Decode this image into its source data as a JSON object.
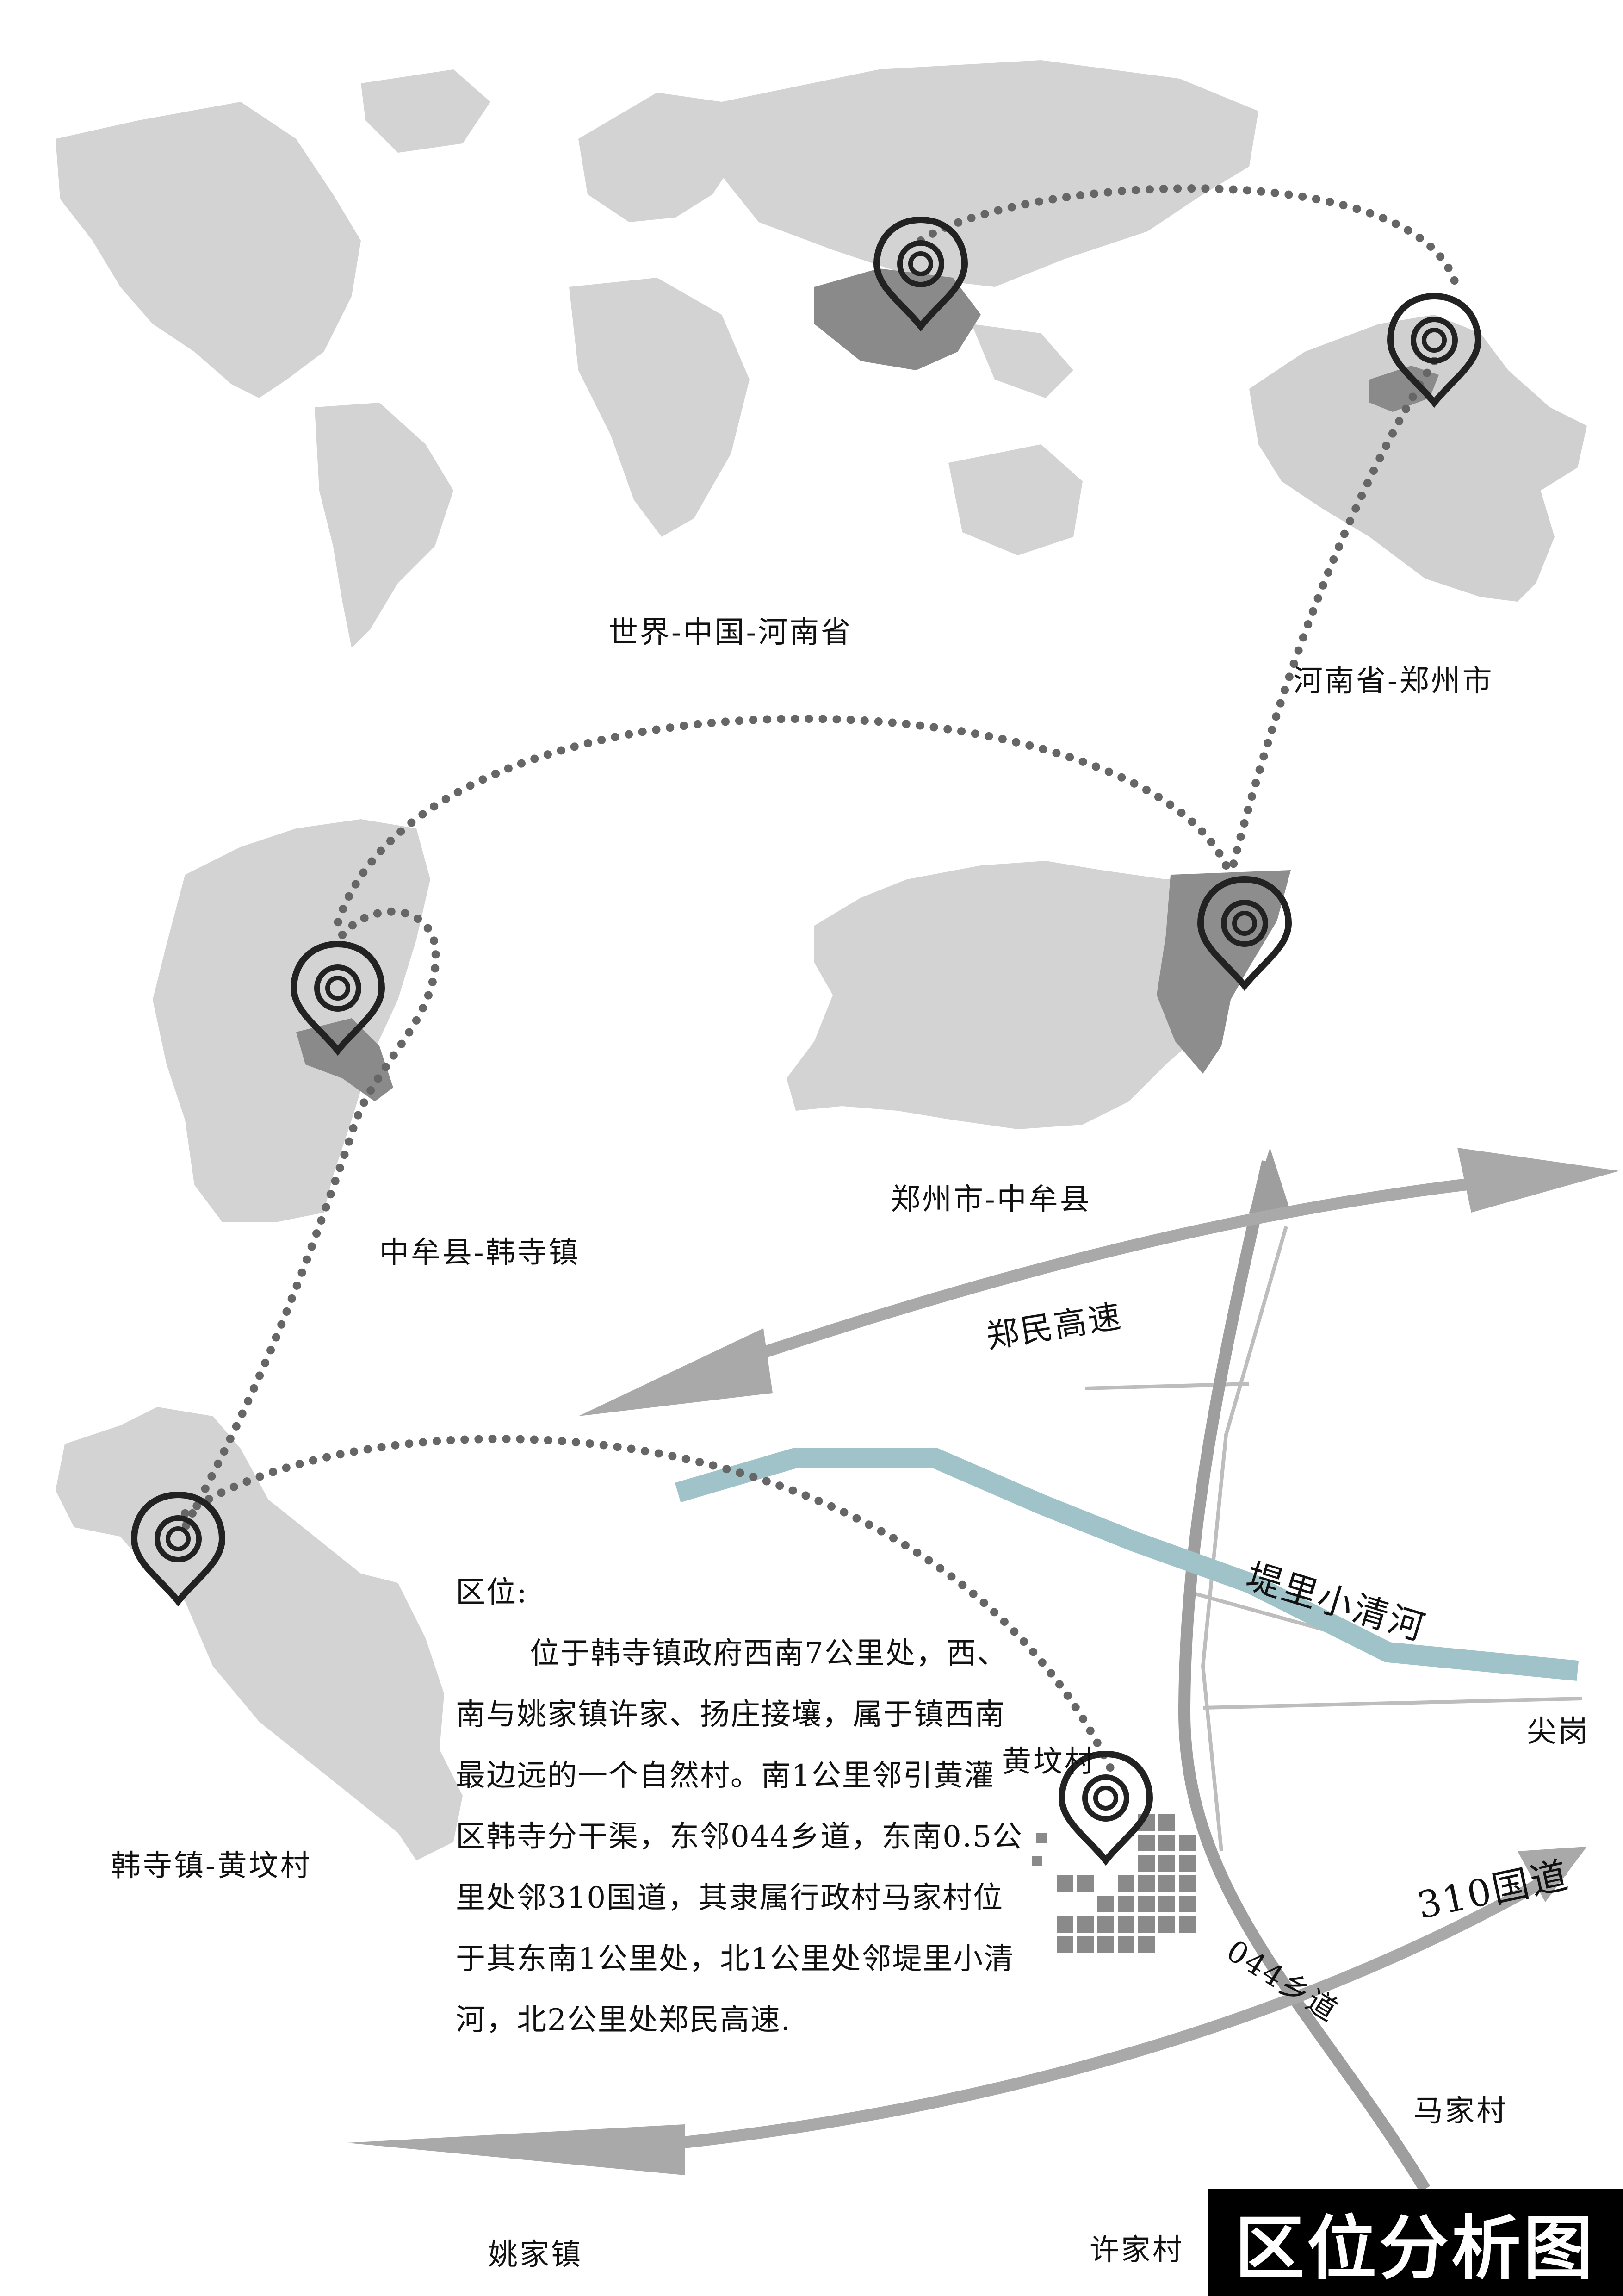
{
  "labels": {
    "world_china_henan": "世界-中国-河南省",
    "henan_zhengzhou": "河南省-郑州市",
    "zhengzhou_zhongmou": "郑州市-中牟县",
    "zhongmou_hansi": "中牟县-韩寺镇",
    "hansi_huangfen": "韩寺镇-黄坟村"
  },
  "description": {
    "heading": "区位:",
    "body": "位于韩寺镇政府西南7公里处，西、南与姚家镇许家、扬庄接壤，属于镇西南最边远的一个自然村。南1公里邻引黄灌区韩寺分干渠，东邻044乡道，东南0.5公里处邻310国道，其隶属行政村马家村位于其东南1公里处，北1公里处邻堤里小清河，北2公里处郑民高速."
  },
  "road_labels": {
    "expressway": "郑民高速",
    "river": "堤里小清河",
    "national_road": "310国道",
    "township_road": "044乡道"
  },
  "place_labels": {
    "huangfen": "黄坟村",
    "jiangang": "尖岗",
    "majia": "马家村",
    "xujia": "许家村",
    "yaojia": "姚家镇"
  },
  "title": "区位分析图",
  "colors": {
    "map_fill": "#cfcfcf",
    "highlight_fill": "#8a8a8a",
    "dotted_route": "#666666",
    "river": "#9fc3c8",
    "road_arrow": "#a9a9a9"
  },
  "icons": [
    "location-pin-icon"
  ]
}
